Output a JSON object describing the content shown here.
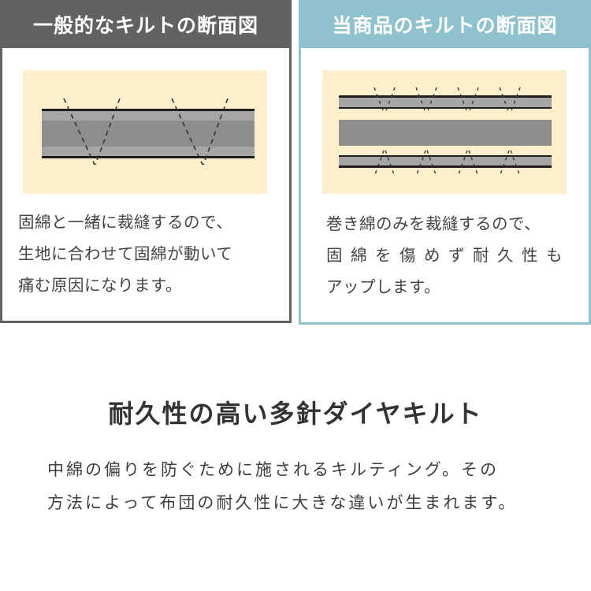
{
  "left_panel": {
    "header": "一般的なキルトの断面図",
    "header_color": "#626262",
    "diagram": "normal-quilt-cross-section",
    "text_lines": [
      "固綿と一緒に裁縫するので、",
      "生地に合わせて固綿が動いて",
      "痛む原因になります。"
    ]
  },
  "right_panel": {
    "header": "当商品のキルトの断面図",
    "header_color": "#8fc2cd",
    "diagram": "product-quilt-cross-section",
    "text_lines": [
      "巻き綿のみを裁縫するので、",
      "固綿を傷めず耐久性も",
      "アップします。"
    ]
  },
  "main": {
    "title": "耐久性の高い多針ダイヤキルト",
    "body_lines": [
      "中綿の偏りを防ぐために施されるキルティング。その",
      "方法によって布団の耐久性に大きな違いが生まれます。"
    ]
  },
  "colors": {
    "diagram_bg": "#ffeecb",
    "layer_light": "#a5a5a5",
    "layer_dark": "#8e8e8e",
    "line": "#1e1e1e"
  }
}
